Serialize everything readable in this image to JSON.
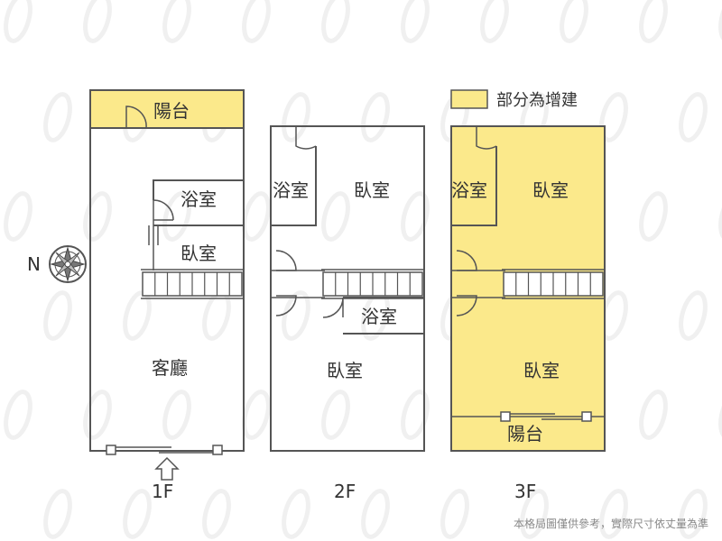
{
  "legend": {
    "label": "部分為增建",
    "color": "#fbe98b"
  },
  "rooms": {
    "f1_balcony": "陽台",
    "f1_bath": "浴室",
    "f1_bedroom": "臥室",
    "f1_living": "客廳",
    "f2_bath_top": "浴室",
    "f2_bed_top": "臥室",
    "f2_bath_mid": "浴室",
    "f2_bed_bottom": "臥室",
    "f3_bath": "浴室",
    "f3_bed_top": "臥室",
    "f3_bed_bottom": "臥室",
    "f3_balcony": "陽台"
  },
  "floors": {
    "f1": "1F",
    "f2": "2F",
    "f3": "3F"
  },
  "compass": {
    "north_label": "N"
  },
  "disclaimer": "本格局圖僅供參考，實際尺寸依丈量為準",
  "colors": {
    "wall": "#555555",
    "addition_fill": "#fbe98b",
    "background": "#ffffff"
  }
}
